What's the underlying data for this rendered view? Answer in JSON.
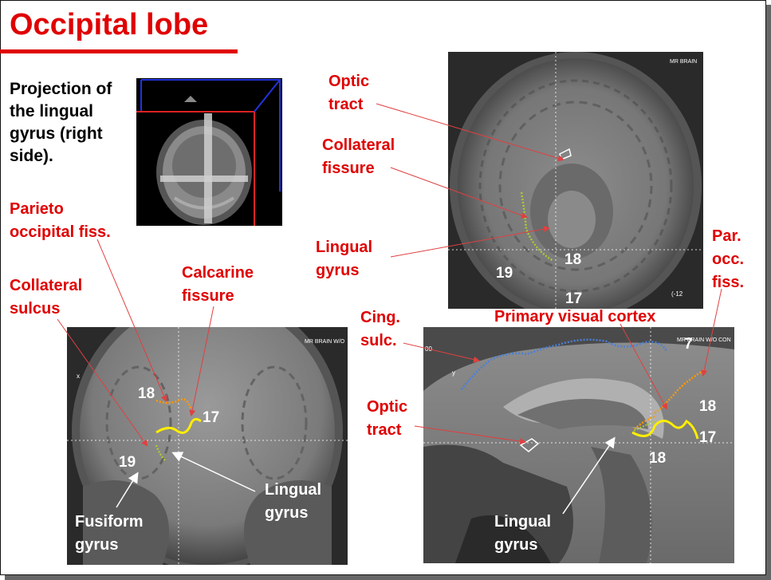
{
  "slide": {
    "title": "Occipital lobe",
    "description": "Projection of the lingual gyrus (right side)."
  },
  "mri": {
    "axial_tag": "MR BRAIN",
    "axial_coord": "(-12",
    "coronal_tag": "MR BRAIN W/O",
    "sagittal_tag": "MR BRAIN W/O CON",
    "sagittal_coord": "00"
  },
  "labels": {
    "optic_tract_top": "Optic\ntract",
    "collateral_fissure": "Collateral\nfissure",
    "lingual_gyrus_axial": "Lingual\ngyrus",
    "par_occ_fiss": "Par.\nocc.\nfiss.",
    "parieto_occipital": "Parieto\noccipital fiss.",
    "calcarine": "Calcarine\nfissure",
    "collateral_sulcus": "Collateral\nsulcus",
    "cing_sulc": "Cing.\nsulc.",
    "primary_visual": "Primary visual cortex",
    "optic_tract_sag": "Optic\ntract",
    "lingual_gyrus_coronal": "Lingual\ngyrus",
    "fusiform": "Fusiform\ngyrus",
    "lingual_gyrus_sag": "Lingual\ngyrus"
  },
  "areas": {
    "axial_18": "18",
    "axial_19": "19",
    "axial_17": "17",
    "cor_18": "18",
    "cor_17": "17",
    "cor_19": "19",
    "sag_18a": "18",
    "sag_17": "17",
    "sag_18b": "18",
    "sag_7": "7"
  },
  "colors": {
    "label_red": "#e00000",
    "arrow_red": "#e04040",
    "yellow_trace": "#ffee00",
    "blue_trace": "#4a7fd8",
    "orange_trace": "#ff9900",
    "green_trace": "#aacc33"
  }
}
